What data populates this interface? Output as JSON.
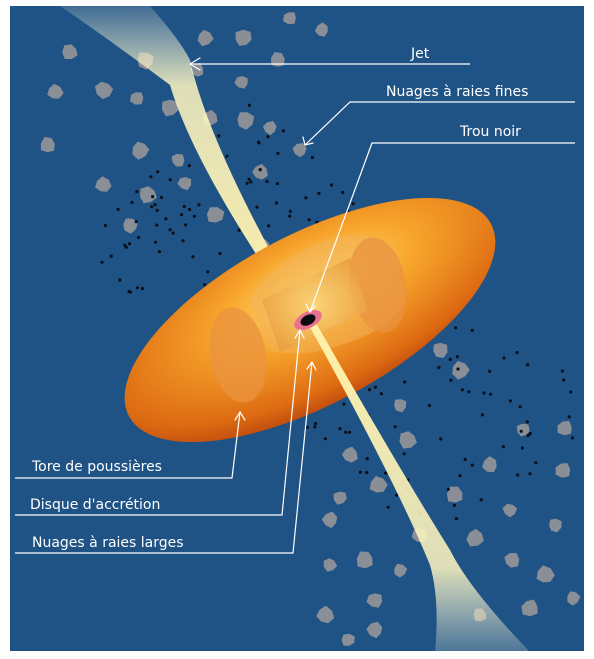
{
  "diagram": {
    "labels": {
      "jet": "Jet",
      "narrow_line_clouds": "Nuages à raies fines",
      "black_hole": "Trou noir",
      "dust_torus": "Tore de poussières",
      "accretion_disk": "Disque d'accrétion",
      "broad_line_clouds": "Nuages à raies larges"
    },
    "colors": {
      "background": "#1f5385",
      "frame": "#ffffff",
      "torus_outer": "#b53a0c",
      "torus_mid": "#ec8a1c",
      "torus_light": "#fbc350",
      "jet": "#fff4b8",
      "cloud": "#8a8f97",
      "dot": "#0b0f1a",
      "black_hole_ring": "#e9708f"
    }
  }
}
